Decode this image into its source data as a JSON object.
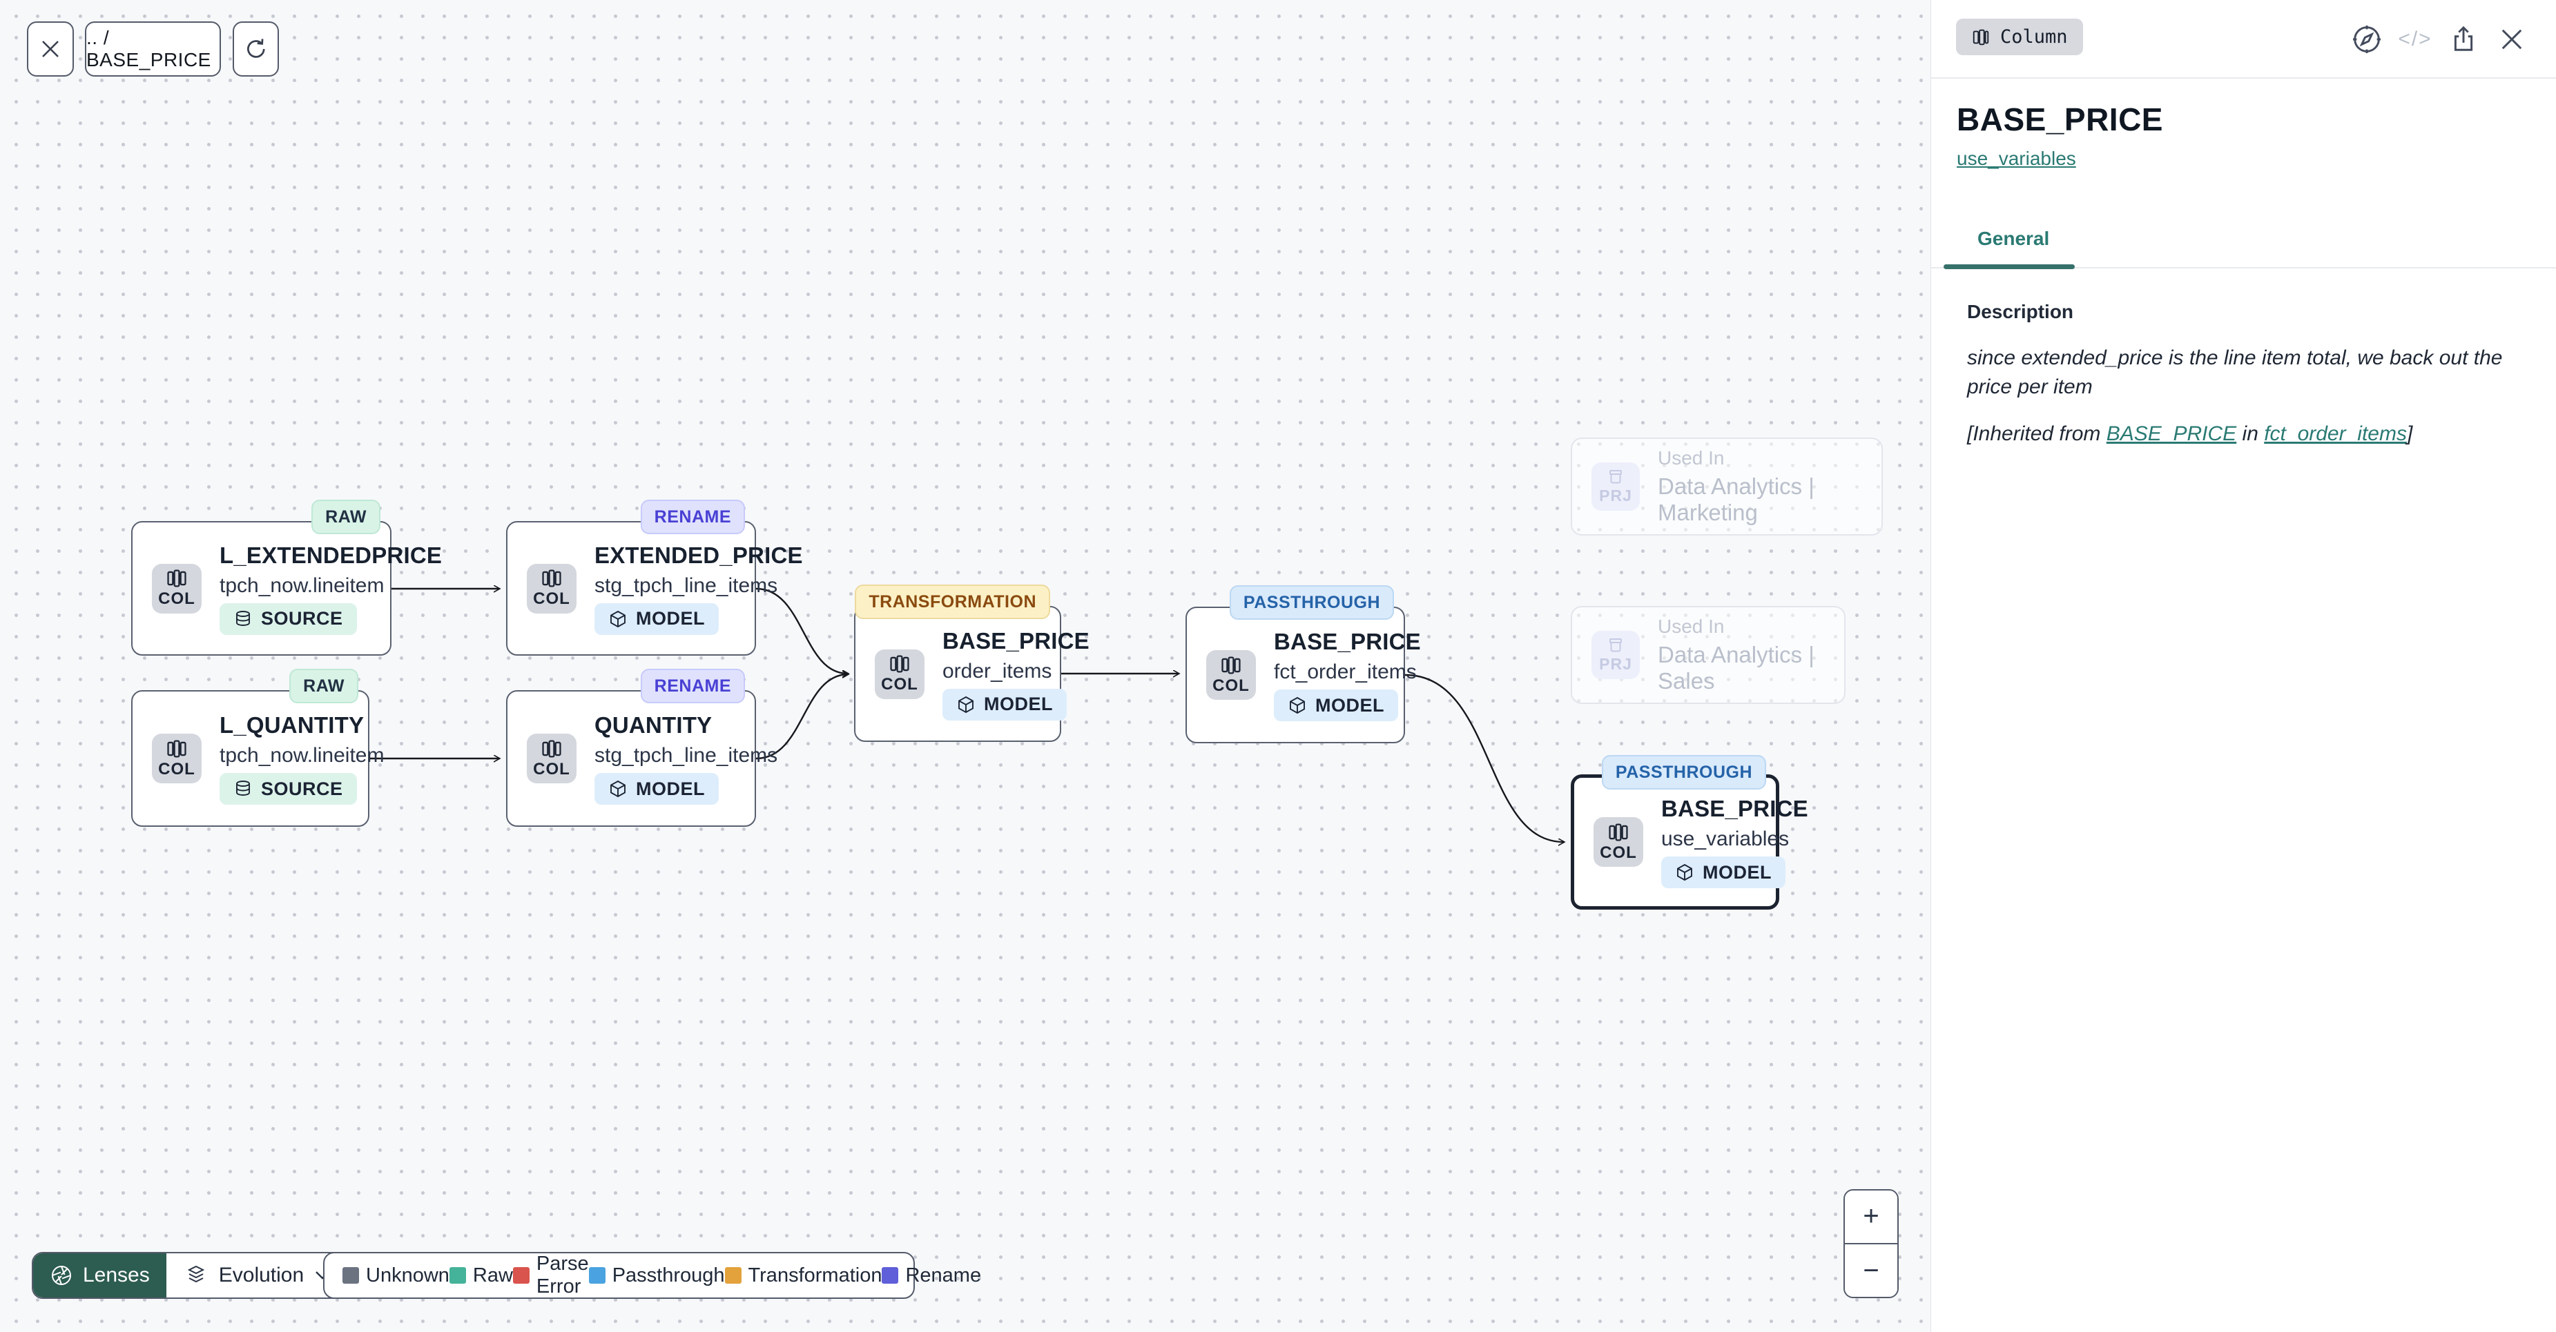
{
  "toolbar": {
    "breadcrumb": ".. / BASE_PRICE"
  },
  "canvas": {
    "nodes": [
      {
        "badge": "RAW",
        "title": "L_EXTENDEDPRICE",
        "subtitle": "tpch_now.lineitem",
        "type_label": "COL",
        "kind": "SOURCE"
      },
      {
        "badge": "RENAME",
        "title": "EXTENDED_PRICE",
        "subtitle": "stg_tpch_line_items",
        "type_label": "COL",
        "kind": "MODEL"
      },
      {
        "badge": "RAW",
        "title": "L_QUANTITY",
        "subtitle": "tpch_now.lineitem",
        "type_label": "COL",
        "kind": "SOURCE"
      },
      {
        "badge": "RENAME",
        "title": "QUANTITY",
        "subtitle": "stg_tpch_line_items",
        "type_label": "COL",
        "kind": "MODEL"
      },
      {
        "badge": "TRANSFORMATION",
        "title": "BASE_PRICE",
        "subtitle": "order_items",
        "type_label": "COL",
        "kind": "MODEL"
      },
      {
        "badge": "PASSTHROUGH",
        "title": "BASE_PRICE",
        "subtitle": "fct_order_items",
        "type_label": "COL",
        "kind": "MODEL"
      },
      {
        "badge": "PASSTHROUGH",
        "title": "BASE_PRICE",
        "subtitle": "use_variables",
        "type_label": "COL",
        "kind": "MODEL"
      }
    ],
    "used_in": [
      {
        "label": "Used In",
        "project": "Data Analytics | Marketing",
        "type_label": "PRJ"
      },
      {
        "label": "Used In",
        "project": "Data Analytics | Sales",
        "type_label": "PRJ"
      }
    ]
  },
  "controls": {
    "lenses_label": "Lenses",
    "evolution_label": "Evolution",
    "zoom_in": "+",
    "zoom_out": "−"
  },
  "legend": {
    "items": [
      {
        "label": "Unknown",
        "color": "#6b7280"
      },
      {
        "label": "Raw",
        "color": "#45b39a"
      },
      {
        "label": "Parse Error",
        "color": "#d9544d"
      },
      {
        "label": "Passthrough",
        "color": "#4aa3e0"
      },
      {
        "label": "Transformation",
        "color": "#e3a23c"
      },
      {
        "label": "Rename",
        "color": "#5f5fd9"
      }
    ]
  },
  "panel": {
    "type_badge": "Column",
    "code_icon_label": "</>",
    "title": "BASE_PRICE",
    "subtitle_link": "use_variables",
    "tab_general": "General",
    "description_label": "Description",
    "description_text": "since extended_price is the line item total, we back out the price per item",
    "inherited_prefix": "[Inherited from ",
    "inherited_link1": "BASE_PRICE",
    "inherited_middle": " in ",
    "inherited_link2": "fct_order_items",
    "inherited_suffix": "]"
  },
  "colors": {
    "accent_teal": "#2a7a73",
    "lenses_green": "#2d5c50",
    "edge": "#16181d"
  }
}
